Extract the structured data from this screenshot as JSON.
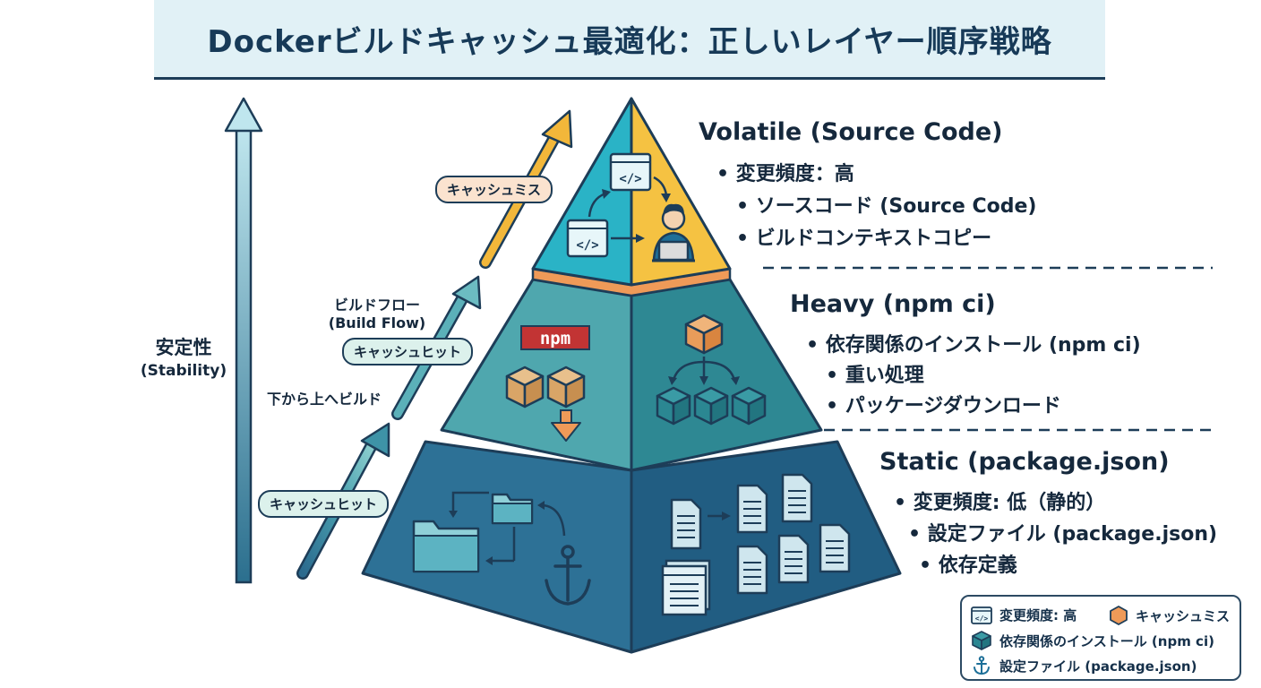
{
  "title": "Dockerビルドキャッシュ最適化：正しいレイヤー順序戦略",
  "stability_axis": {
    "label": "安定性",
    "sublabel": "(Stability)"
  },
  "build_flow": {
    "label": "ビルドフロー",
    "sublabel": "(Build Flow)",
    "direction_label": "下から上へビルド",
    "cache_hit_lower": "キャッシュヒット",
    "cache_hit_upper": "キャッシュヒット",
    "cache_miss": "キャッシュミス"
  },
  "layers": {
    "top": {
      "heading": "Volatile  (Source Code)",
      "bullets": [
        "変更頻度：高",
        "ソースコード (Source Code)",
        "ビルドコンテキストコピー"
      ]
    },
    "middle": {
      "heading": "Heavy (npm ci)",
      "npm_logo": "npm",
      "bullets": [
        "依存関係のインストール (npm ci)",
        "重い処理",
        "パッケージダウンロード"
      ]
    },
    "bottom": {
      "heading": "Static (package.json)",
      "bullets": [
        "変更頻度: 低（静的）",
        "設定ファイル (package.json)",
        "依存定義"
      ]
    }
  },
  "legend": {
    "items": [
      {
        "icon": "code-window-icon",
        "label": "変更頻度: 高"
      },
      {
        "icon": "hexagon-icon",
        "label": "キャッシュミス"
      },
      {
        "icon": "package-cube-icon",
        "label": "依存関係のインストール (npm ci)"
      },
      {
        "icon": "anchor-icon",
        "label": "設定ファイル (package.json)"
      }
    ]
  },
  "colors": {
    "top_left_face": "#2ab3c6",
    "top_right_face": "#f5c242",
    "middle_left_face": "#4fa7ae",
    "middle_right_face": "#2e8893",
    "bottom_left_face": "#2d7196",
    "bottom_right_face": "#215d82",
    "seam_orange": "#ef9a58",
    "outline": "#1d3d58",
    "arrow_teal": "#2f7e93",
    "arrow_gold": "#f2b73a",
    "stability_arrow": "#3f8fa6"
  }
}
